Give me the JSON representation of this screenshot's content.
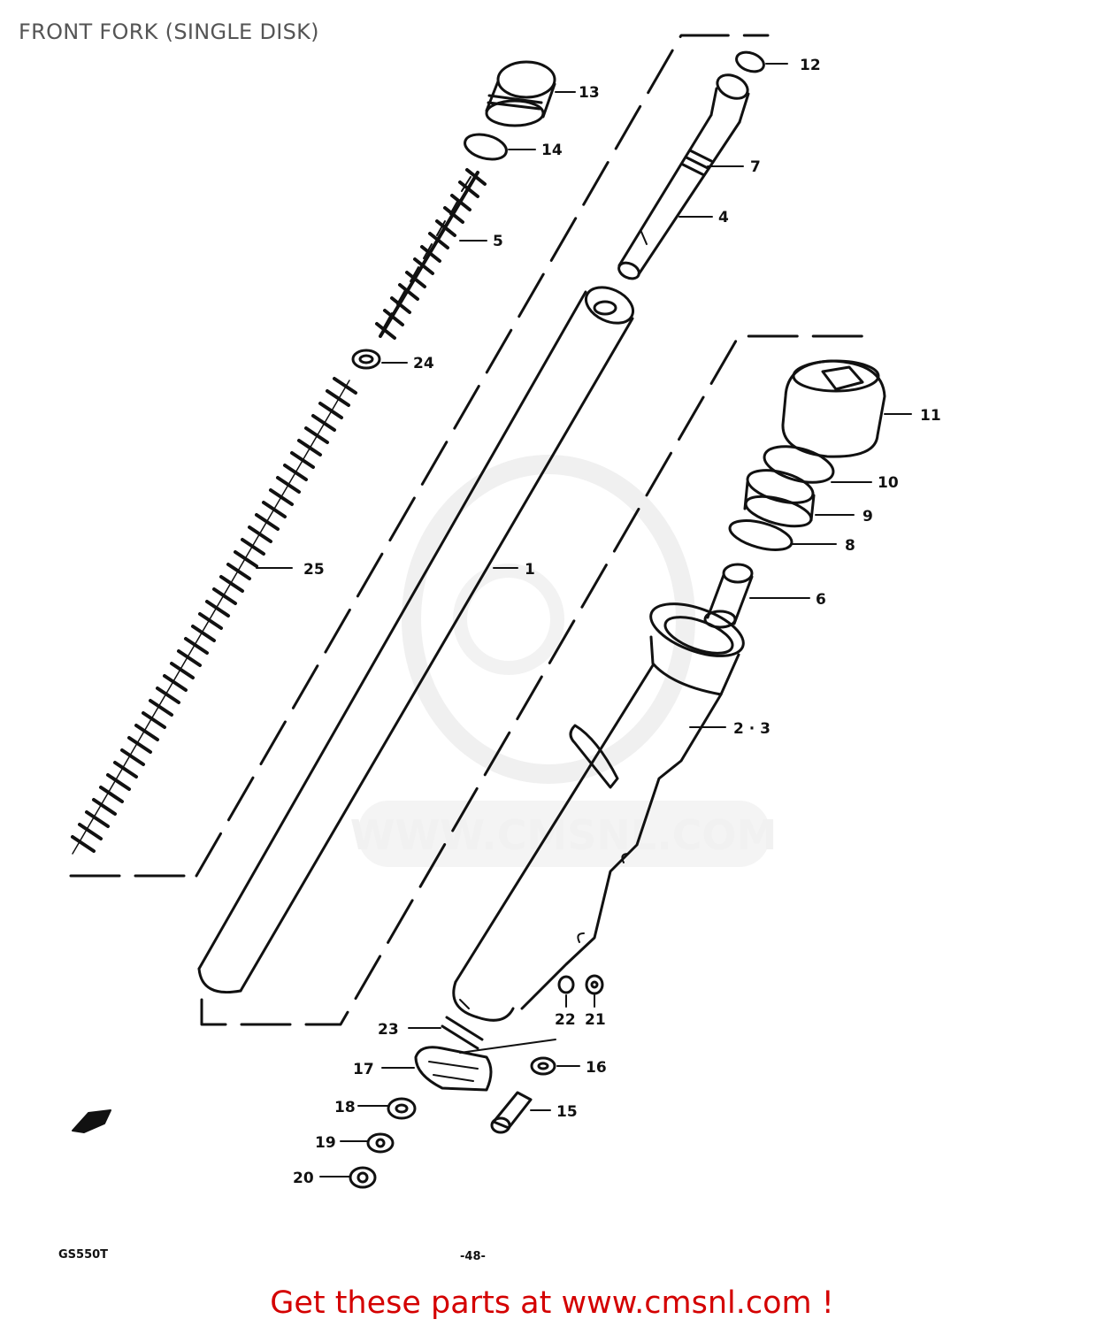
{
  "title": "FRONT FORK (SINGLE DISK)",
  "callouts": {
    "c1": "1",
    "c23": "2 · 3",
    "c4": "4",
    "c5": "5",
    "c6": "6",
    "c7": "7",
    "c8": "8",
    "c9": "9",
    "c10": "10",
    "c11": "11",
    "c12": "12",
    "c13": "13",
    "c14": "14",
    "c15": "15",
    "c16": "16",
    "c17": "17",
    "c18": "18",
    "c19": "19",
    "c20": "20",
    "c21": "21",
    "c22": "22",
    "c23b": "23",
    "c24": "24",
    "c25": "25"
  },
  "model_code": "GS550T",
  "page_number": "-48-",
  "watermark": "WWW.CMSNL.COM",
  "footer_link": "Get these parts at www.cmsnl.com !"
}
